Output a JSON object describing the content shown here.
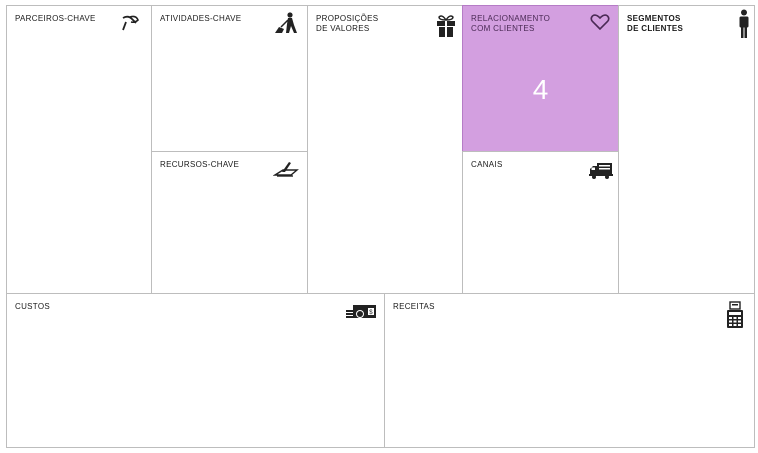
{
  "canvas": {
    "partners": {
      "line1": "PARCEIROS-CHAVE",
      "icon": "link-icon"
    },
    "activities": {
      "line1": "ATIVIDADES-CHAVE",
      "icon": "worker-shovel-icon"
    },
    "resources": {
      "line1": "RECURSOS-CHAVE",
      "icon": "resources-icon"
    },
    "value": {
      "line1": "PROPOSIÇÕES",
      "line2": "DE VALORES",
      "icon": "gift-icon"
    },
    "relationships": {
      "line1": "RELACIONAMENTO",
      "line2": "COM CLIENTES",
      "icon": "heart-icon",
      "step": "4",
      "highlight_color": "#d39fe0"
    },
    "channels": {
      "line1": "CANAIS",
      "icon": "truck-icon"
    },
    "segments": {
      "line1": "SEGMENTOS",
      "line2": "DE CLIENTES",
      "icon": "person-icon"
    },
    "costs": {
      "line1": "CUSTOS",
      "icon": "money-icon"
    },
    "revenue": {
      "line1": "RECEITAS",
      "icon": "cash-register-icon"
    }
  }
}
